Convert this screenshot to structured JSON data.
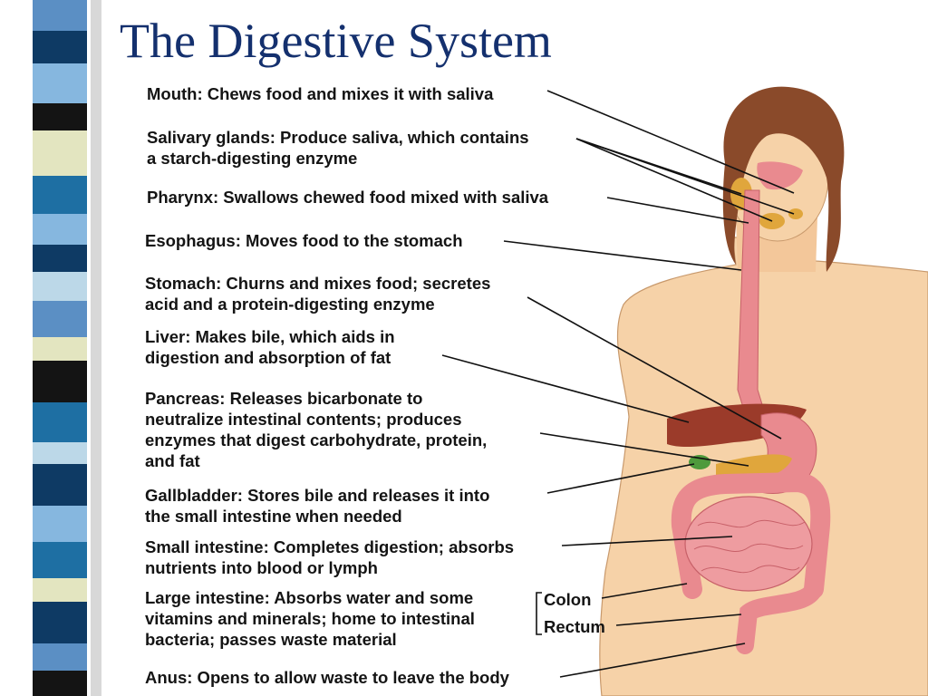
{
  "title": "The Digestive System",
  "labels": {
    "mouth": "Mouth: Chews food and mixes it with saliva",
    "salivary_1": "Salivary glands: Produce saliva, which contains",
    "salivary_2": "a starch-digesting enzyme",
    "pharynx": "Pharynx: Swallows chewed food mixed with saliva",
    "esophagus": "Esophagus: Moves food to the stomach",
    "stomach_1": "Stomach: Churns and mixes food; secretes",
    "stomach_2": "acid and a protein-digesting enzyme",
    "liver_1": "Liver: Makes bile, which aids in",
    "liver_2": "digestion and absorption of fat",
    "pancreas_1": "Pancreas: Releases bicarbonate to",
    "pancreas_2": "neutralize intestinal contents; produces",
    "pancreas_3": "enzymes that digest carbohydrate, protein,",
    "pancreas_4": "and fat",
    "gallbladder_1": "Gallbladder: Stores bile and releases it into",
    "gallbladder_2": "the small intestine when needed",
    "small_intestine_1": "Small intestine: Completes digestion; absorbs",
    "small_intestine_2": "nutrients into blood or lymph",
    "large_intestine_1": "Large intestine: Absorbs water and some",
    "large_intestine_2": "vitamins and minerals; home to intestinal",
    "large_intestine_3": "bacteria; passes waste material",
    "colon": "Colon",
    "rectum": "Rectum",
    "anus": "Anus: Opens to allow waste to leave the body"
  },
  "colors": {
    "title": "#14306e",
    "skin": "#f6d2a8",
    "hair": "#8a4a2a",
    "organ_pink": "#e98a8f",
    "liver": "#9b3b2a",
    "gallbladder": "#4f9a3c",
    "pancreas": "#e0a63c",
    "stripe_palette": [
      "#0e3a64",
      "#5b8fc4",
      "#bcd8e8",
      "#141414",
      "#e3e5c0",
      "#1e6fa3",
      "#86b7df"
    ]
  }
}
